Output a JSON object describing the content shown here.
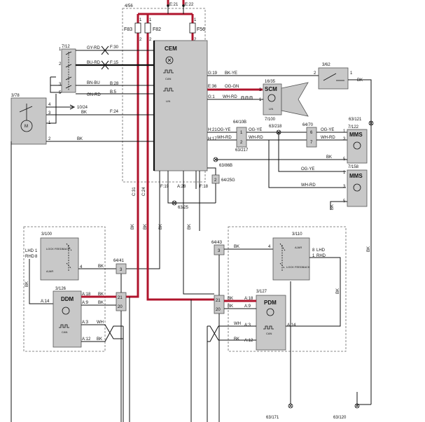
{
  "diagram": {
    "fuses": {
      "f83": "F83",
      "f82": "F82",
      "f56": "F56"
    },
    "top_labels": {
      "e21": "E:21",
      "e22": "E:22",
      "c456": "4/56"
    },
    "pin_nums": {
      "p1": "1",
      "p2": "2"
    },
    "cem": {
      "ref": "4/56",
      "name": "CEM",
      "can": "CAN",
      "lin": "LIN",
      "pins_left": [
        "F:30",
        "F:15",
        "B:28",
        "B:5",
        "F:24"
      ],
      "pins_right": [
        "G:19",
        "E:36",
        "G:1",
        "H:21",
        "H:17"
      ],
      "pins_bottom": [
        "C:31",
        "C:24",
        "F:19",
        "A:28",
        "F:18"
      ]
    },
    "wires": {
      "gy_rd": "GY-RD",
      "bu_rd": "BU-RD",
      "bn_bu": "BN-BU",
      "gn_rd": "GN-RD",
      "bk": "BK",
      "bk_ye": "BK-YE",
      "og_gn": "OG-GN",
      "wh_rd": "WH-RD",
      "og_ye": "OG-YE",
      "wh": "WH"
    },
    "refs": {
      "r712": "7/12",
      "r378": "3/78",
      "r1024": "10/24",
      "r362": "3/62",
      "r1635": "16/35",
      "r7100": "7/100",
      "r64108": "64/10B",
      "r63217": "63/217",
      "r63218": "63/218",
      "r6470": "64/70",
      "r7122": "7/122",
      "r63121": "63/121",
      "r63_86b": "63/86B",
      "r6425g": "64/25G",
      "r6325": "63/25",
      "r7158": "7/158",
      "r3100": "3/100",
      "r6441": "64/41",
      "r3126": "3/126",
      "r6443": "64/43",
      "r3110": "3/110",
      "r3127": "3/127",
      "r63171": "63/171",
      "r63120": "63/120"
    },
    "scm": {
      "name": "SCM",
      "lin": "LIN"
    },
    "mms1": {
      "name": "MMS"
    },
    "mms2": {
      "name": "MMS"
    },
    "ddm": {
      "name": "DDM",
      "can": "CAN",
      "pins": [
        "A:18",
        "A:9",
        "A:14",
        "A:3",
        "A:12"
      ],
      "lhd": "LHD",
      "rhd": "RHD",
      "lock_feedback": "LOCK FEEDBACK",
      "ajar": "AJAR"
    },
    "pdm": {
      "name": "PDM",
      "can": "CAN",
      "pins": [
        "A:18",
        "A:9",
        "A:14",
        "A:3",
        "A:12"
      ],
      "lhd": "LHD",
      "rhd": "RHD",
      "lock_feedback": "LOCK FEEDBACK",
      "ajar": "AJAR"
    },
    "pins": {
      "n1": "1",
      "n2": "2",
      "n3": "3",
      "n4": "4",
      "n5": "5",
      "n6": "6",
      "n7": "7",
      "n8": "8",
      "n20": "20",
      "n21": "21"
    }
  }
}
